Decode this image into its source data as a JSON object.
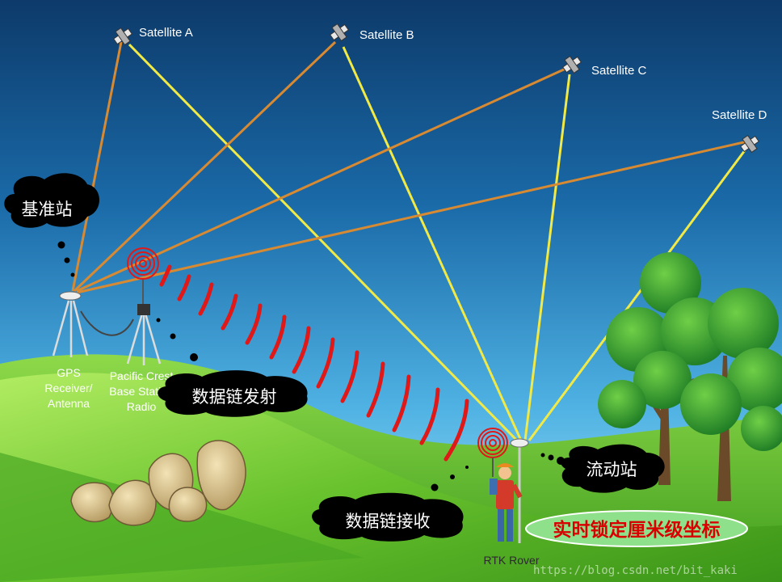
{
  "satellites": [
    {
      "id": "A",
      "label": "Satellite A"
    },
    {
      "id": "B",
      "label": "Satellite B"
    },
    {
      "id": "C",
      "label": "Satellite C"
    },
    {
      "id": "D",
      "label": "Satellite D"
    }
  ],
  "labels": {
    "gps_line1": "GPS",
    "gps_line2": "Receiver/",
    "gps_line3": "Antenna",
    "radio_line1": "Pacific Crest",
    "radio_line2": "Base Station",
    "radio_line3": "Radio",
    "rover": "RTK Rover"
  },
  "callouts": {
    "base_station": "基准站",
    "datalink_tx": "数据链发射",
    "rover_station": "流动站",
    "datalink_rx": "数据链接收",
    "result": "实时锁定厘米级坐标"
  },
  "watermark": "https://blog.csdn.net/bit_kaki",
  "colors": {
    "sky_top": "#0f3f70",
    "sky_bottom": "#7fd0ee",
    "grass": "#5cbf2a",
    "orange_line": "#d88a32",
    "yellow_line": "#f1ea46",
    "radio_wave": "#e01818",
    "result_bg": "#8ee08a",
    "result_text": "#d90000"
  }
}
